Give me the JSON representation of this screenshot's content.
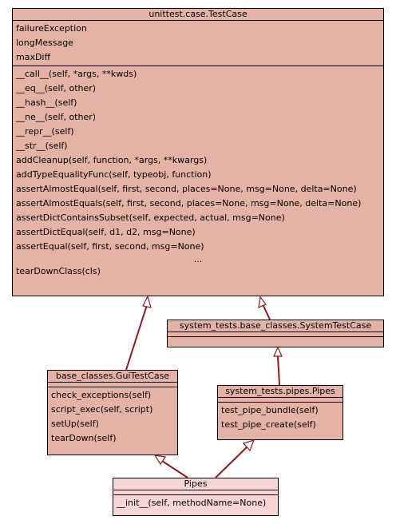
{
  "classes": {
    "testcase": {
      "name": "unittest.case.TestCase",
      "attributes": [
        "failureException",
        "longMessage",
        "maxDiff"
      ],
      "methods": [
        "__call__(self, *args, **kwds)",
        "__eq__(self, other)",
        "__hash__(self)",
        "__ne__(self, other)",
        "__repr__(self)",
        "__str__(self)",
        "addCleanup(self, function, *args, **kwargs)",
        "addTypeEqualityFunc(self, typeobj, function)",
        "assertAlmostEqual(self, first, second, places=None, msg=None, delta=None)",
        "assertAlmostEquals(self, first, second, places=None, msg=None, delta=None)",
        "assertDictContainsSubset(self, expected, actual, msg=None)",
        "assertDictEqual(self, d1, d2, msg=None)",
        "assertEqual(self, first, second, msg=None)"
      ],
      "ellipsis": "...",
      "last_method": "tearDownClass(cls)"
    },
    "systemtestcase": {
      "name": "system_tests.base_classes.SystemTestCase"
    },
    "guitestcase": {
      "name": "base_classes.GuiTestCase",
      "methods": [
        "check_exceptions(self)",
        "script_exec(self, script)",
        "setUp(self)",
        "tearDown(self)"
      ]
    },
    "pipes_base": {
      "name": "system_tests.pipes.Pipes",
      "methods": [
        "test_pipe_bundle(self)",
        "test_pipe_create(self)"
      ]
    },
    "pipes": {
      "name": "Pipes",
      "methods": [
        "__init__(self, methodName=None)"
      ]
    }
  },
  "colors": {
    "class_fill": "#e5b3a6",
    "highlight_fill": "#f9d6d6",
    "edge": "#8b1a1a"
  }
}
